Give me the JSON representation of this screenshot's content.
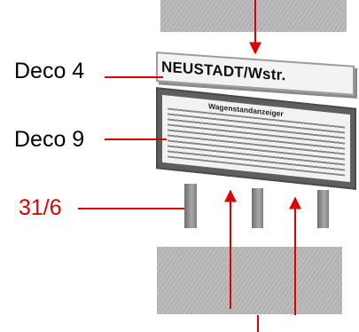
{
  "labels": {
    "sign_name": "Deco 4",
    "board_name": "Deco 9",
    "pole_name": "31/6"
  },
  "sign": {
    "head_text": "NEUSTADT/Wstr.",
    "board_title": "Wagenstandanzeiger"
  },
  "colors": {
    "leader_black": "#000000",
    "leader_red": "#e00000",
    "gray": "#b9b9b9"
  }
}
